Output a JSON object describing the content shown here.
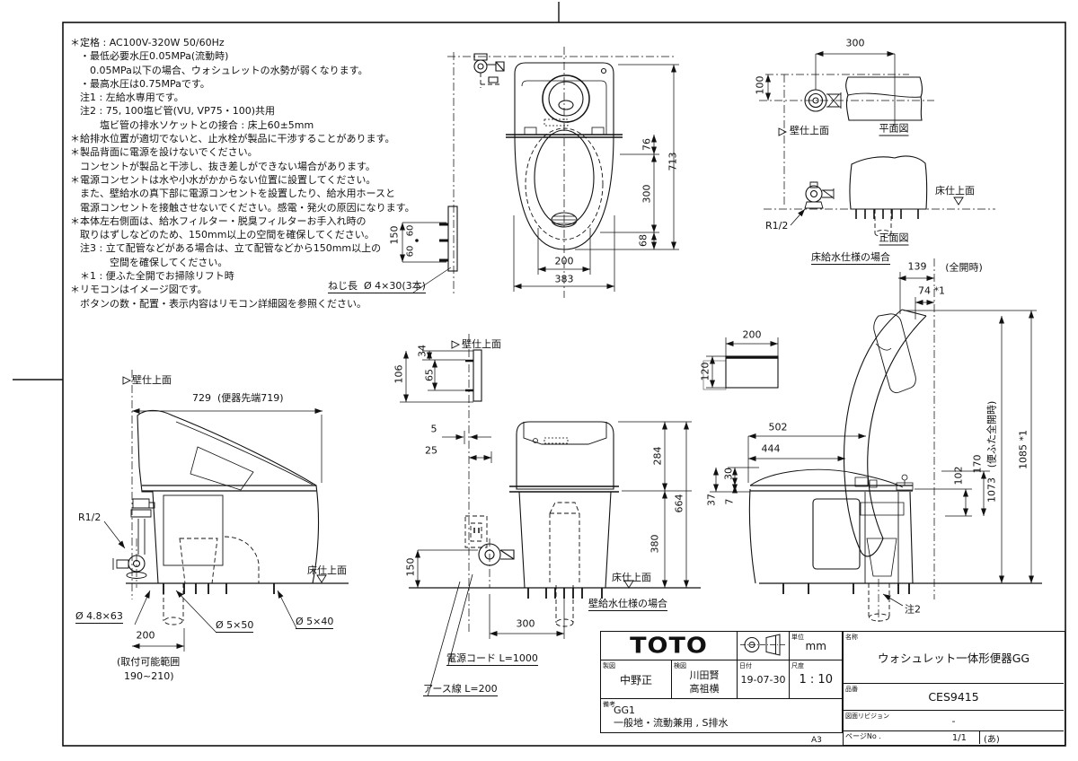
{
  "notes": [
    "＊定格 : AC100V-320W 50/60Hz",
    "　・最低必要水圧0.05MPa(流動時)",
    "　　0.05MPa以下の場合、ウォシュレットの水勢が弱くなります。",
    "　・最高水圧は0.75MPaです。",
    "　注1 : 左給水専用です。",
    "　注2 : 75, 100塩ビ管(VU, VP75・100)共用",
    "　　　塩ビ管の排水ソケットとの接合 : 床上60±5mm",
    "＊給排水位置が適切でないと、止水栓が製品に干渉することがあります。",
    "＊製品背面に電源を設けないでください。",
    "　コンセントが製品と干渉し、抜き差しができない場合があります。",
    "＊電源コンセントは水や小水がかからない位置に設置してください。",
    "　また、壁給水の真下部に電源コンセントを設置したり、給水用ホースと",
    "　電源コンセントを接触させないでください。感電・発火の原因になります。",
    "＊本体左右側面は、給水フィルター・脱臭フィルターお手入れ時の",
    "　取りはずしなどのため、150mm以上の空間を確保してください。",
    "　注3 : 立て配管などがある場合は、立て配管などから150mm以上の",
    "　　　　空間を確保してください。",
    "　＊1 : 便ふた全開でお掃除リフト時",
    "＊リモコンはイメージ図です。",
    "　ボタンの数・配置・表示内容はリモコン詳細図を参照ください。"
  ],
  "plan": {
    "screw_note": "ねじ長  Ø 4×30(3本)",
    "d713": "713",
    "d76": "76",
    "d300": "300",
    "d68": "68",
    "d200": "200",
    "d383": "383",
    "d150": "150",
    "d60a": "60",
    "d60b": "60"
  },
  "front": {
    "wall_label": "壁仕上面",
    "floor_label": "床仕上面",
    "case_label": "壁給水仕様の場合",
    "d34": "34",
    "d106": "106",
    "d65": "65",
    "d5": "5",
    "d25": "25",
    "d284": "284",
    "d664": "664",
    "d380": "380",
    "d150": "150",
    "d300": "300",
    "power_cord": "電源コード L=1000",
    "earth_wire": "アース線 L=200"
  },
  "left_view": {
    "wall_label": "壁仕上面",
    "floor_label": "床仕上面",
    "d729": "729  (便器先端719)",
    "r_half": "R1/2",
    "dia1": "Ø 4.8×63",
    "dia2": "Ø 5×50",
    "dia3": "Ø 5×40",
    "d200": "200",
    "range1": "(取付可能範囲",
    "range2": "190~210)"
  },
  "right_view": {
    "d139": "139",
    "full_open": "(全開時)",
    "d74": "74 *1",
    "d200": "200",
    "d120": "120",
    "d502": "502",
    "d444": "444",
    "d30": "30",
    "d37": "37",
    "d7": "7",
    "d102": "102",
    "d170": "170",
    "lid_note": "(便ふた全開時)",
    "d1073": "1073",
    "d1085": "1085 *1",
    "note2": "注2"
  },
  "floor_supply": {
    "d300": "300",
    "d100": "100",
    "wall_label": "壁仕上面",
    "plan_title": "平面図",
    "floor_label": "床仕上面",
    "r_half": "R1/2",
    "front_title": "正面図",
    "case_label": "床給水仕様の場合"
  },
  "title_block": {
    "logo": "TOTO",
    "unit_label": "単位",
    "unit": "mm",
    "drafter_label": "製図",
    "drafter": "中野正",
    "checker_label": "検図",
    "checker1": "川田賢",
    "checker2": "高祖横",
    "date_label": "日付",
    "date": "19-07-30",
    "scale_label": "尺度",
    "scale": "1 : 10",
    "remarks_label": "備考",
    "remarks1": "GG1",
    "remarks2": "一般地・流動兼用 , S排水",
    "name_label": "名称",
    "name": "ウォシュレット一体形便器GG",
    "part_label": "品番",
    "part_no": "CES9415",
    "revision_label": "図面リビジョン",
    "revision": "-",
    "page_label": "ページNo .",
    "page": "1/1",
    "page_suffix": "(あ)",
    "sheet_size": "A3"
  }
}
